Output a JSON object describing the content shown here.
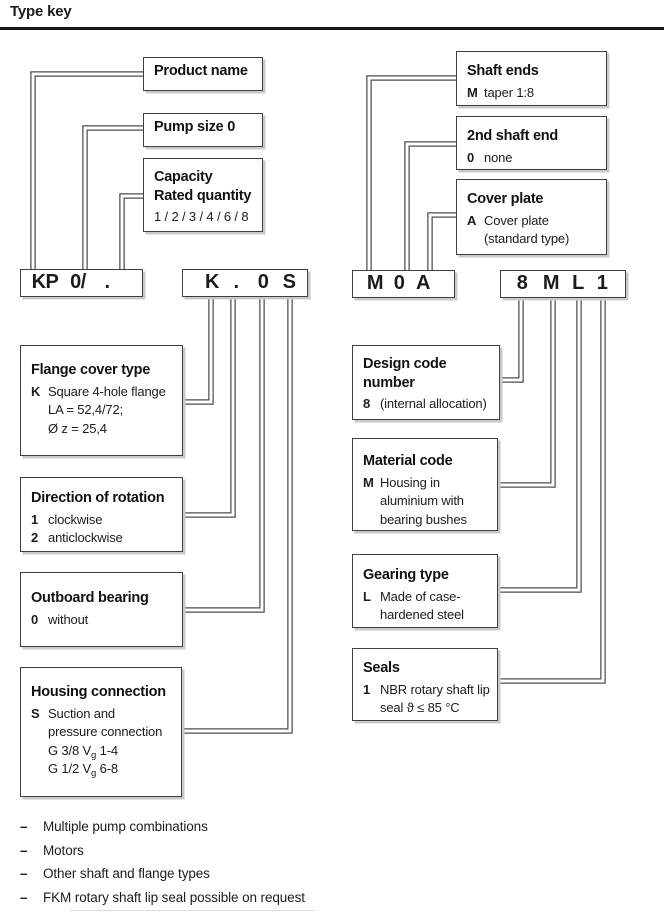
{
  "title": "Type key",
  "code_row": {
    "box1": [
      "KP",
      "0/",
      "."
    ],
    "box2": [
      "K",
      ".",
      "0",
      "S"
    ],
    "box3": [
      "M",
      "0",
      "A"
    ],
    "box4": [
      "8",
      "M",
      "L",
      "1"
    ]
  },
  "callouts": {
    "product_name": {
      "title": "Product name"
    },
    "pump_size": {
      "title": "Pump size 0"
    },
    "capacity": {
      "title1": "Capacity",
      "title2": "Rated quantity",
      "line": "1 / 2 / 3 / 4 / 6 / 8"
    },
    "shaft_ends": {
      "title": "Shaft ends",
      "lines": [
        {
          "code": "M",
          "text": "taper 1:8"
        }
      ]
    },
    "second_shaft_end": {
      "title": "2nd shaft end",
      "lines": [
        {
          "code": "0",
          "text": "none"
        }
      ]
    },
    "cover_plate": {
      "title": "Cover plate",
      "lines": [
        {
          "code": "A",
          "text": "Cover plate"
        },
        {
          "code": "",
          "text": "(standard type)"
        }
      ]
    },
    "flange_cover_type": {
      "title": "Flange cover type",
      "lines": [
        {
          "code": "K",
          "text": "Square 4-hole flange"
        },
        {
          "code": "",
          "text": "LA = 52,4/72;"
        },
        {
          "code": "",
          "text": "Ø z = 25,4"
        }
      ]
    },
    "direction_of_rotation": {
      "title": "Direction of rotation",
      "lines": [
        {
          "code": "1",
          "text": "clockwise"
        },
        {
          "code": "2",
          "text": "anticlockwise"
        }
      ]
    },
    "outboard_bearing": {
      "title": "Outboard bearing",
      "lines": [
        {
          "code": "0",
          "text": "without"
        }
      ]
    },
    "housing_connection": {
      "title": "Housing connection",
      "lines": [
        {
          "code": "S",
          "text": "Suction and"
        },
        {
          "code": "",
          "text": "pressure connection"
        },
        {
          "code": "",
          "pre": "G 3/8 V",
          "sub": "g",
          "post": " 1-4"
        },
        {
          "code": "",
          "pre": "G 1/2 V",
          "sub": "g",
          "post": " 6-8"
        }
      ]
    },
    "design_code_number": {
      "title1": "Design code",
      "title2": "number",
      "lines": [
        {
          "code": "8",
          "text": "(internal allocation)"
        }
      ]
    },
    "material_code": {
      "title": "Material code",
      "lines": [
        {
          "code": "M",
          "text": "Housing in"
        },
        {
          "code": "",
          "text": "aluminium with"
        },
        {
          "code": "",
          "text": "bearing bushes"
        }
      ]
    },
    "gearing_type": {
      "title": "Gearing type",
      "lines": [
        {
          "code": "L",
          "text": "Made of case-"
        },
        {
          "code": "",
          "text": "hardened steel"
        }
      ]
    },
    "seals": {
      "title": "Seals",
      "lines": [
        {
          "code": "1",
          "text": "NBR rotary shaft lip"
        },
        {
          "code": "",
          "text": "seal ϑ ≤  85 °C"
        }
      ]
    }
  },
  "notes": {
    "bullet": "–",
    "items": [
      "Multiple pump combinations",
      "Motors",
      "Other shaft and flange types",
      "FKM rotary shaft lip seal possible on request"
    ]
  },
  "colors": {
    "text": "#1c1c1c",
    "box_border": "#3f3f3f",
    "connector": "#4f4f4f",
    "shadow": "#c9c9c9",
    "rule": "#161616"
  }
}
